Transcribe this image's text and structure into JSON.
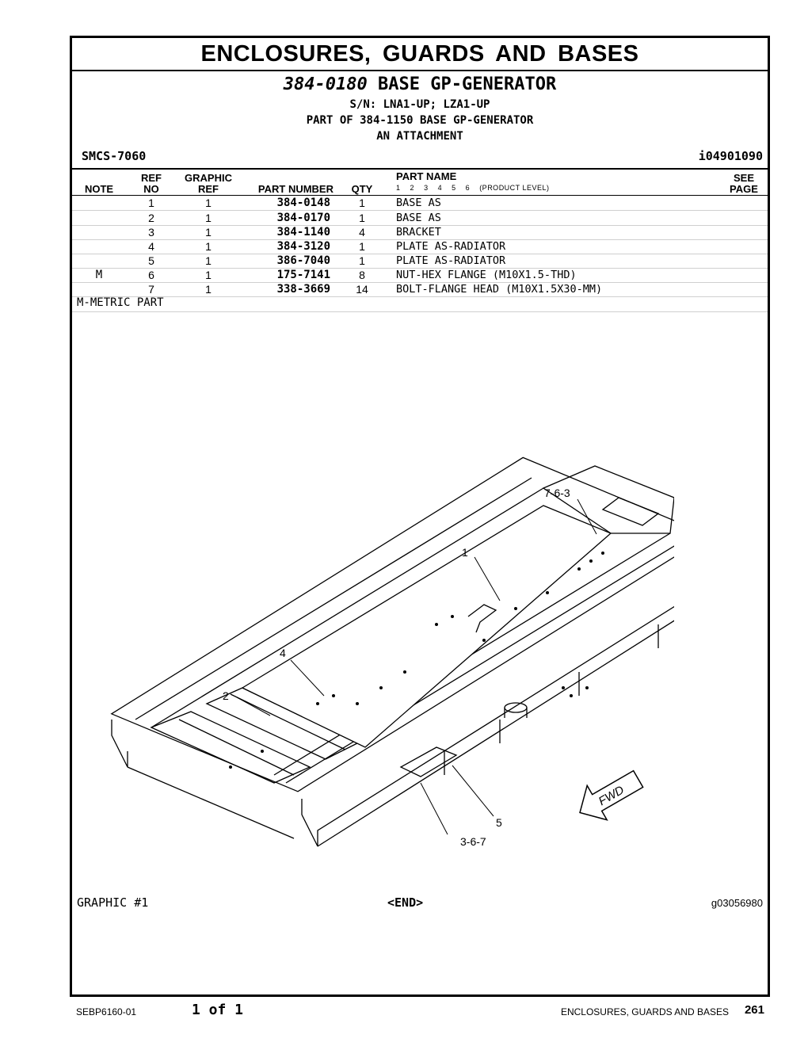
{
  "section_title": "ENCLOSURES, GUARDS AND BASES",
  "header": {
    "part_number": "384-0180",
    "part_name": "BASE GP-GENERATOR",
    "serial": "S/N: LNA1-UP; LZA1-UP",
    "part_of": "PART OF 384-1150 BASE GP-GENERATOR",
    "attachment": "AN ATTACHMENT",
    "smcs": "SMCS-7060",
    "info_id": "i04901090"
  },
  "columns": {
    "note": "NOTE",
    "ref_top": "REF",
    "ref_bottom": "NO",
    "graphic_top": "GRAPHIC",
    "graphic_bottom": "REF",
    "part_number": "PART NUMBER",
    "qty": "QTY",
    "part_name": "PART NAME",
    "levels": [
      "1",
      "2",
      "3",
      "4",
      "5",
      "6"
    ],
    "levels_label": "(PRODUCT LEVEL)",
    "see_top": "SEE",
    "see_bottom": "PAGE"
  },
  "rows": [
    {
      "note": "",
      "ref": "1",
      "graphic_ref": "1",
      "part_number": "384-0148",
      "qty": "1",
      "name": "BASE AS"
    },
    {
      "note": "",
      "ref": "2",
      "graphic_ref": "1",
      "part_number": "384-0170",
      "qty": "1",
      "name": "BASE AS"
    },
    {
      "note": "",
      "ref": "3",
      "graphic_ref": "1",
      "part_number": "384-1140",
      "qty": "4",
      "name": "BRACKET"
    },
    {
      "note": "",
      "ref": "4",
      "graphic_ref": "1",
      "part_number": "384-3120",
      "qty": "1",
      "name": "PLATE AS-RADIATOR"
    },
    {
      "note": "",
      "ref": "5",
      "graphic_ref": "1",
      "part_number": "386-7040",
      "qty": "1",
      "name": "PLATE AS-RADIATOR"
    },
    {
      "note": "M",
      "ref": "6",
      "graphic_ref": "1",
      "part_number": "175-7141",
      "qty": "8",
      "name": "NUT-HEX FLANGE (M10X1.5-THD)"
    },
    {
      "note": "",
      "ref": "7",
      "graphic_ref": "1",
      "part_number": "338-3669",
      "qty": "14",
      "name": "BOLT-FLANGE HEAD (M10X1.5X30-MM)"
    }
  ],
  "metric_note": "M-METRIC PART",
  "illustration": {
    "callouts": [
      "7-6-3",
      "1",
      "4",
      "2",
      "5",
      "3-6-7"
    ],
    "fwd": "FWD"
  },
  "graphic_label": "GRAPHIC #1",
  "end_label": "<END>",
  "graphic_number": "g03056980",
  "footer": {
    "publication": "SEBP6160-01",
    "pages": "1 of 1",
    "section": "ENCLOSURES, GUARDS AND BASES",
    "page": "261"
  }
}
